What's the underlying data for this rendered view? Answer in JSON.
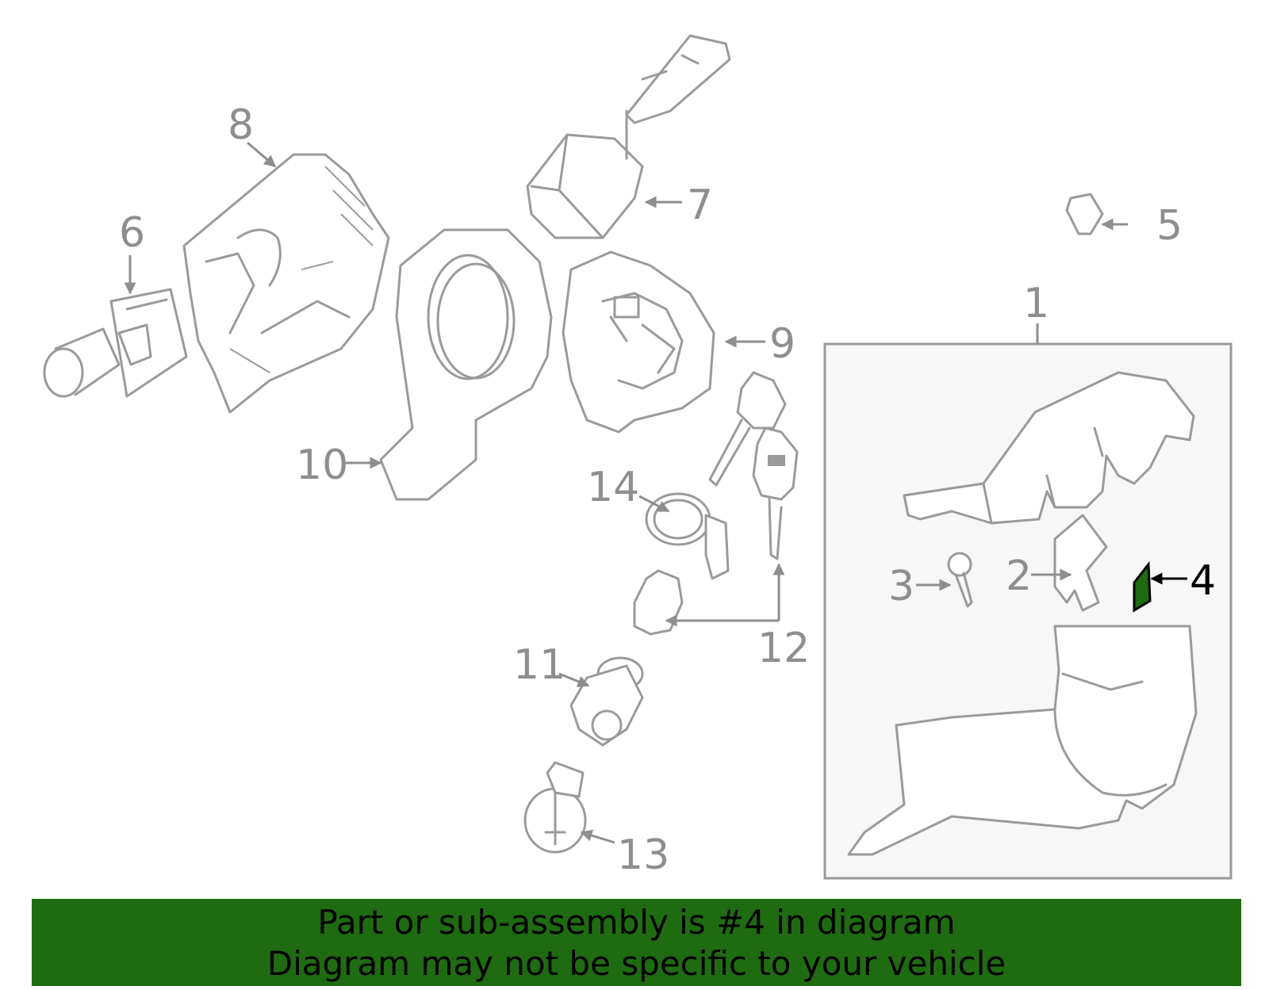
{
  "callouts": {
    "c1": "1",
    "c2": "2",
    "c3": "3",
    "c4": "4",
    "c5": "5",
    "c6": "6",
    "c7": "7",
    "c8": "8",
    "c9": "9",
    "c10": "10",
    "c11": "11",
    "c12": "12",
    "c13": "13",
    "c14": "14"
  },
  "highlighted_part": "4",
  "colors": {
    "banner": "#1f6b12",
    "highlight_part": "#1f6b12",
    "line_art": "#9a9a9a"
  },
  "banner": {
    "line1": "Part or sub-assembly is #4 in diagram",
    "line2": "Diagram may not be specific to your vehicle"
  }
}
